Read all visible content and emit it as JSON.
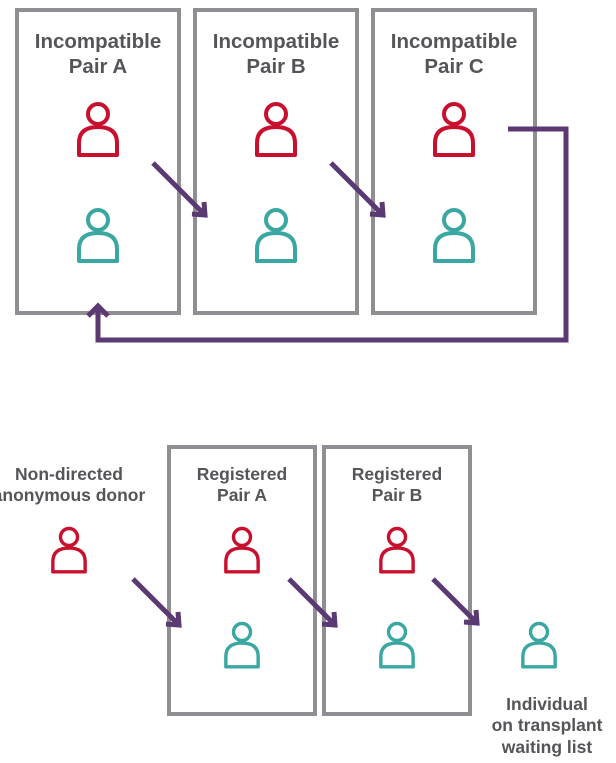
{
  "top": {
    "pairs": [
      {
        "line1": "Incompatible",
        "line2": "Pair A"
      },
      {
        "line1": "Incompatible",
        "line2": "Pair B"
      },
      {
        "line1": "Incompatible",
        "line2": "Pair C"
      }
    ]
  },
  "bottom": {
    "donor": {
      "line1": "Non-directed",
      "line2": "anonymous donor"
    },
    "pairs": [
      {
        "line1": "Registered",
        "line2": "Pair A"
      },
      {
        "line1": "Registered",
        "line2": "Pair B"
      }
    ],
    "recipient": {
      "line1": "Individual",
      "line2": "on transplant",
      "line3": "waiting list"
    }
  },
  "colors": {
    "donor": "#c8102e",
    "recipient": "#3aa7a3",
    "arrow": "#5b3a73",
    "box": "#8f8f93",
    "text": "#555559"
  }
}
